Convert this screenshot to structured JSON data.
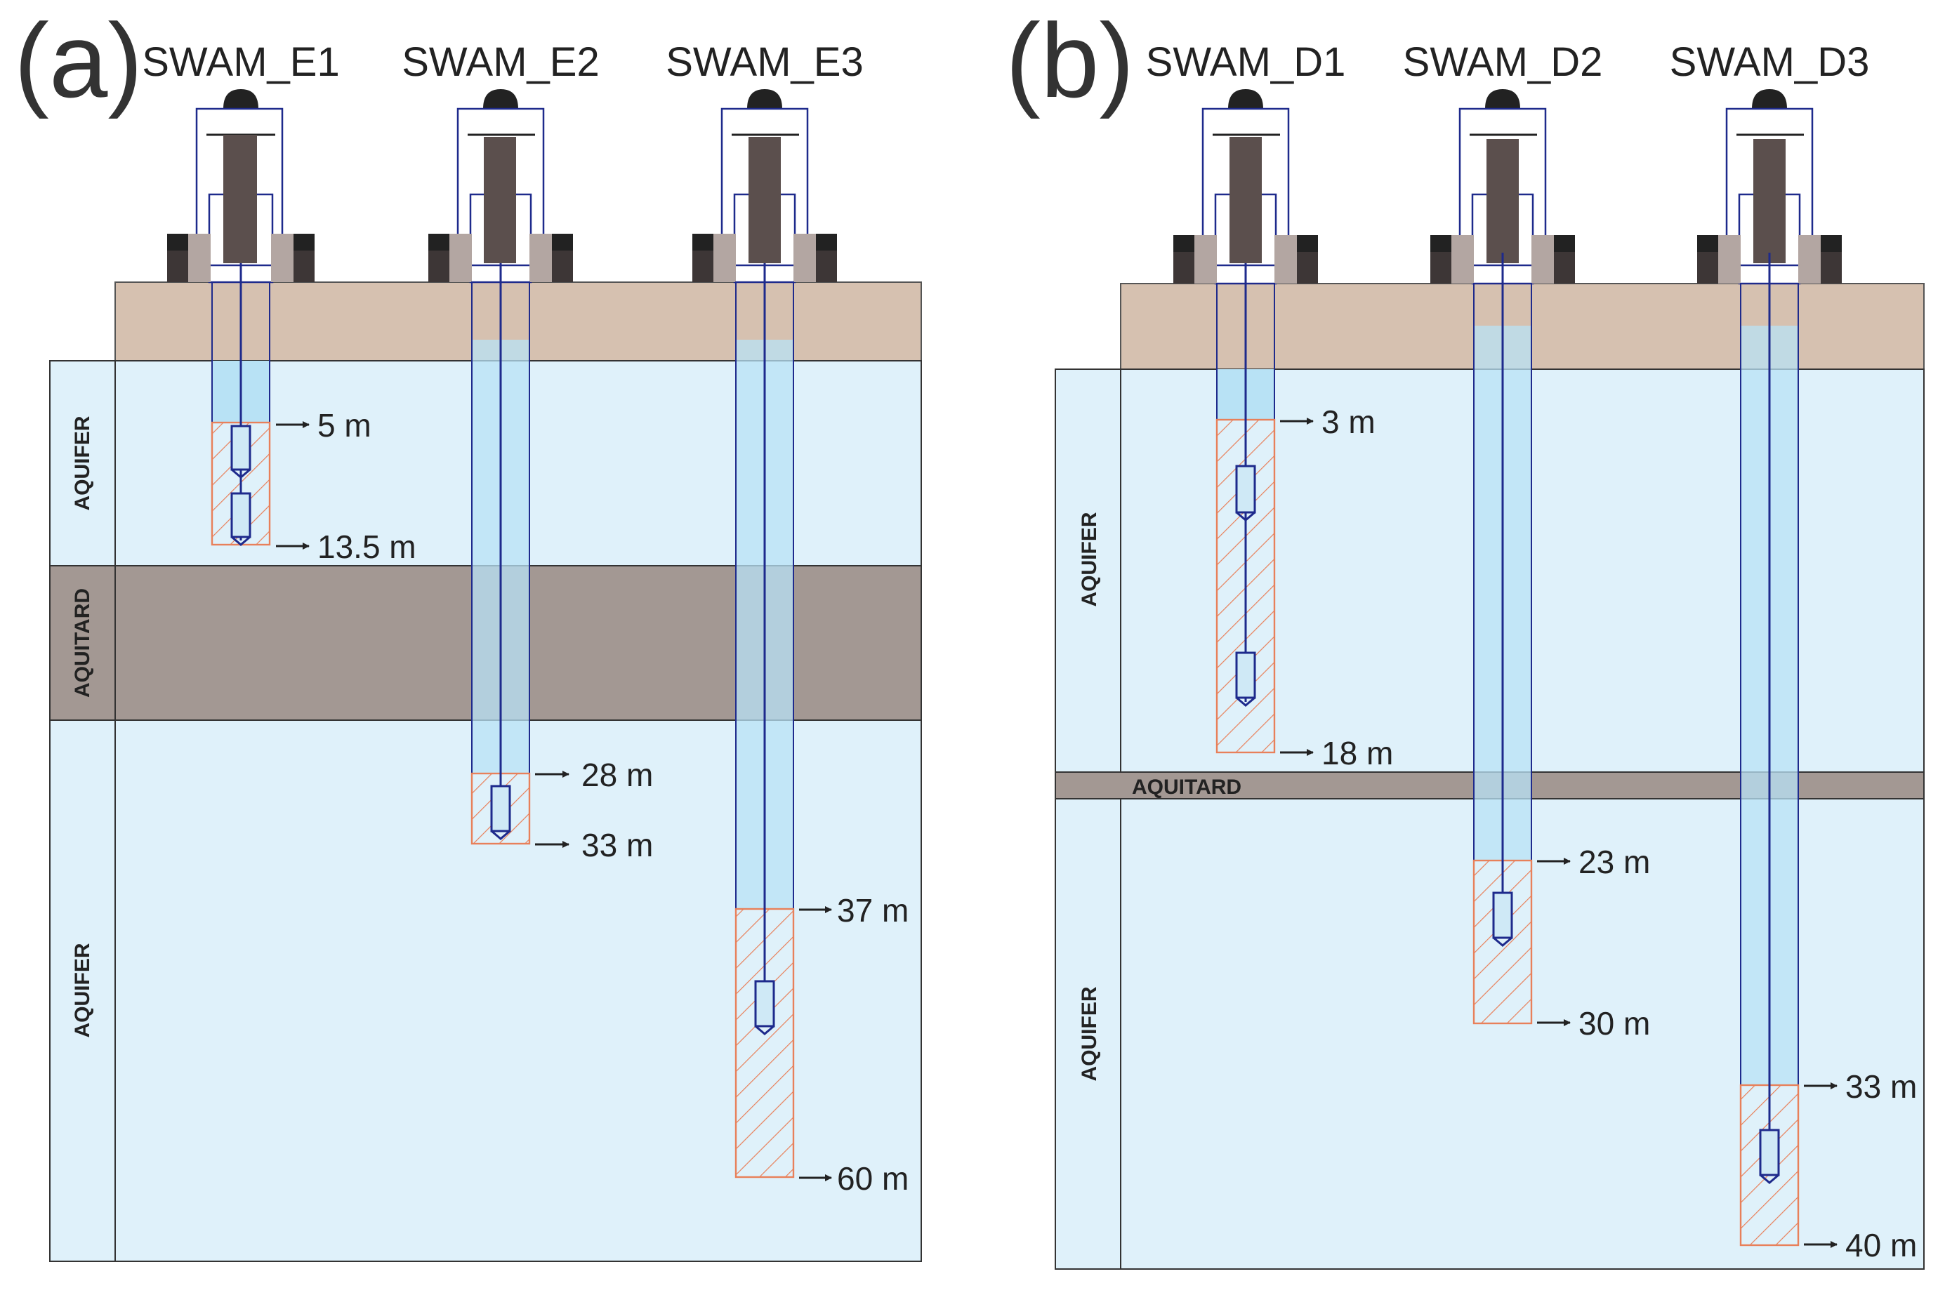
{
  "panels": [
    {
      "letter": "(a)",
      "layers": [
        {
          "type": "aquifer",
          "label": "AQUIFER"
        },
        {
          "type": "aquitard",
          "label": "AQUITARD"
        },
        {
          "type": "aquifer",
          "label": "AQUIFER"
        }
      ],
      "wells": [
        {
          "name": "SWAM_E1",
          "screen_top_label": "5 m",
          "screen_bottom_label": "13.5 m",
          "screen_top_m": 5,
          "screen_bottom_m": 13.5,
          "sensors": 2
        },
        {
          "name": "SWAM_E2",
          "screen_top_label": "28 m",
          "screen_bottom_label": "33 m",
          "screen_top_m": 28,
          "screen_bottom_m": 33,
          "sensors": 1
        },
        {
          "name": "SWAM_E3",
          "screen_top_label": "37 m",
          "screen_bottom_label": "60 m",
          "screen_top_m": 37,
          "screen_bottom_m": 60,
          "sensors": 1
        }
      ]
    },
    {
      "letter": "(b)",
      "layers": [
        {
          "type": "aquifer",
          "label": "AQUIFER"
        },
        {
          "type": "aquitard",
          "label": "AQUITARD"
        },
        {
          "type": "aquifer",
          "label": "AQUIFER"
        }
      ],
      "wells": [
        {
          "name": "SWAM_D1",
          "screen_top_label": "3 m",
          "screen_bottom_label": "18 m",
          "screen_top_m": 3,
          "screen_bottom_m": 18,
          "sensors": 2
        },
        {
          "name": "SWAM_D2",
          "screen_top_label": "23 m",
          "screen_bottom_label": "30 m",
          "screen_top_m": 23,
          "screen_bottom_m": 30,
          "sensors": 1
        },
        {
          "name": "SWAM_D3",
          "screen_top_label": "33 m",
          "screen_bottom_label": "40 m",
          "screen_top_m": 33,
          "screen_bottom_m": 40,
          "sensors": 1
        }
      ]
    }
  ],
  "colors": {
    "soil": "#d6c1b0",
    "aquifer": "#dff1fa",
    "aquitard": "#a39893",
    "well_water": "#b8e2f5",
    "screen_hatch": "#e8805a",
    "pipe": "#1e2a8c",
    "sensor_body": "#5b4f4d",
    "text": "#222222"
  }
}
